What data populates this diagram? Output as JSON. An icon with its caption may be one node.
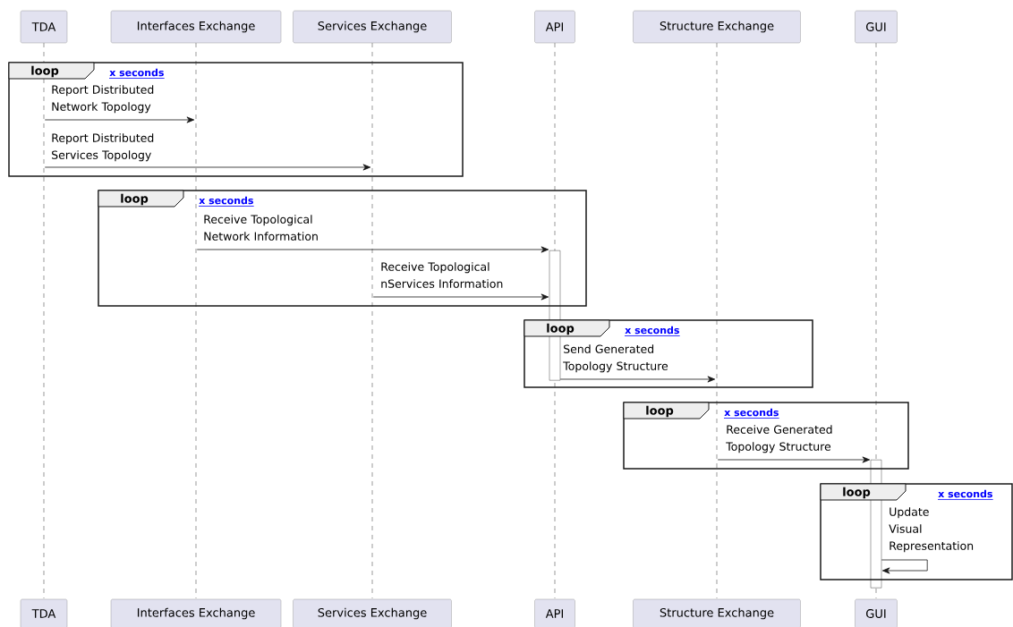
{
  "diagram": {
    "nodes": [
      {
        "text": [
          "TDA"
        ]
      },
      {
        "text": [
          "Interfaces Exchange"
        ]
      },
      {
        "text": [
          "Services Exchange"
        ]
      },
      {
        "text": [
          "API"
        ]
      },
      {
        "text": [
          "Structure Exchange"
        ]
      },
      {
        "text": [
          "GUI"
        ]
      },
      {
        "text": [],
        "shape": "bar"
      },
      {
        "text": [],
        "shape": "bar"
      },
      {
        "text": [
          "TDA"
        ]
      },
      {
        "text": [
          "Interfaces Exchange"
        ]
      },
      {
        "text": [
          "Services Exchange"
        ]
      },
      {
        "text": [
          "API"
        ]
      },
      {
        "text": [
          "Structure Exchange"
        ]
      },
      {
        "text": [
          "GUI"
        ]
      },
      {
        "text": [],
        "shape": "line"
      },
      {
        "text": [],
        "shape": "line"
      },
      {
        "text": [],
        "shape": "line"
      },
      {
        "text": [],
        "shape": "line"
      },
      {
        "text": [],
        "shape": "line"
      },
      {
        "text": [],
        "shape": "line"
      }
    ],
    "edges": [
      {
        "from": 14,
        "to": 15,
        "arrow": "to",
        "label": "Report Distributed Network Topology"
      },
      {
        "from": 14,
        "to": 16,
        "arrow": "to",
        "label": "Report Distributed Services Topology"
      },
      {
        "from": 15,
        "to": 6,
        "arrow": "to",
        "label": "Receive Topological Network Information"
      },
      {
        "from": 16,
        "to": 6,
        "arrow": "to",
        "label": "Receive Topological nServices Information"
      },
      {
        "from": 6,
        "to": 18,
        "arrow": "to",
        "label": "Send Generated Topology Structure"
      },
      {
        "from": 18,
        "to": 7,
        "arrow": "to",
        "label": "Receive Generated Topology Structure"
      },
      {
        "from": 7,
        "to": 7,
        "arrow": "to",
        "label": "Update Visual Representation"
      }
    ],
    "labels": [
      "loop",
      "x seconds",
      "loop",
      "x seconds",
      "loop",
      "x seconds",
      "loop",
      "x seconds",
      "loop",
      "x seconds"
    ]
  }
}
